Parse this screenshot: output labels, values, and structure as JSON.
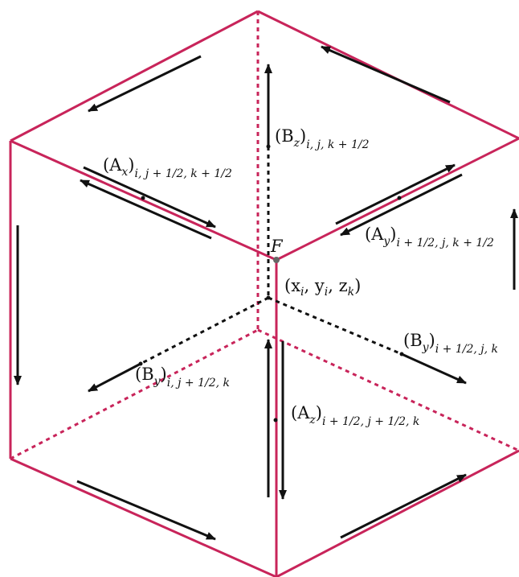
{
  "colors": {
    "cube_edge": "#c8245a",
    "arrow": "#111111",
    "node": "#666666"
  },
  "labels": {
    "F": {
      "main": "F",
      "sub": ""
    },
    "origin": {
      "main": "(x",
      "sub": ""
    },
    "Bz": {
      "main": "(B",
      "var": "z",
      "close": ")",
      "sub": "i, j, k + 1/2"
    },
    "Ax": {
      "main": "(A",
      "var": "x",
      "close": ")",
      "sub": "i, j + 1/2, k + 1/2"
    },
    "Ay": {
      "main": "(A",
      "var": "y",
      "close": ")",
      "sub": "i + 1/2, j, k + 1/2"
    },
    "By_right": {
      "main": "(B",
      "var": "y",
      "close": ")",
      "sub": "i + 1/2, j, k"
    },
    "By_left": {
      "main": "(B",
      "var": "y",
      "close": ")",
      "sub": "i, j + 1/2, k"
    },
    "Az": {
      "main": "(A",
      "var": "z",
      "close": ")",
      "sub": "i + 1/2, j + 1/2, k"
    },
    "coords": {
      "text": "(x",
      "x_sub": "i",
      "y": ", y",
      "y_sub": "i",
      "z": ", z",
      "z_sub": "k",
      "close": ")"
    }
  }
}
